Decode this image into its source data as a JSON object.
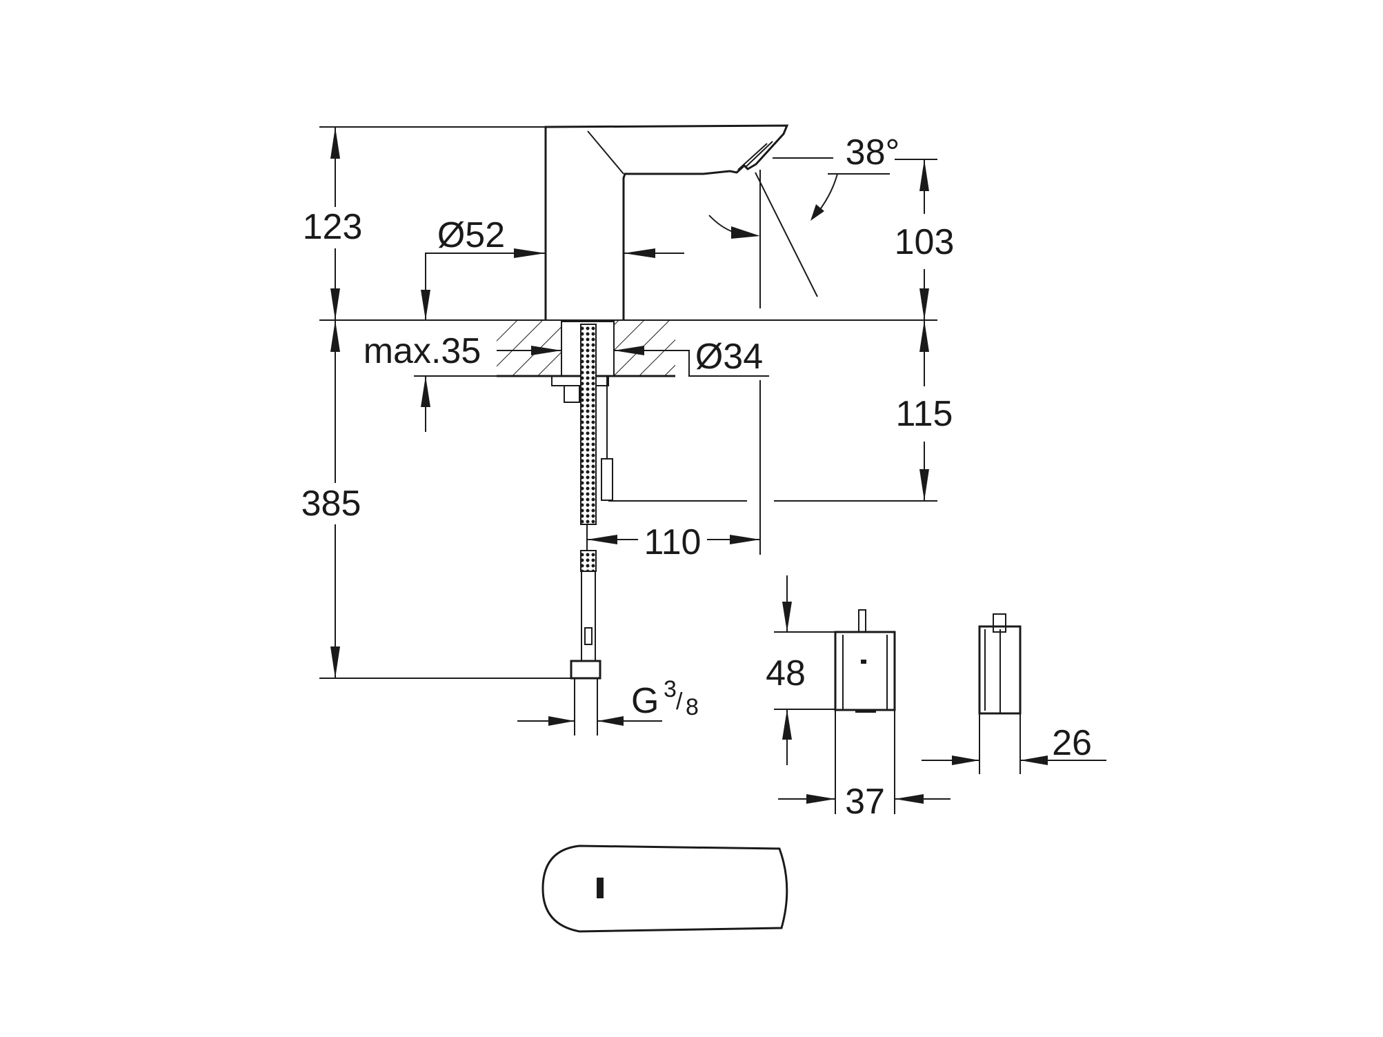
{
  "drawing": {
    "dimensions": {
      "spout_height": "123",
      "body_diameter": "Ø52",
      "outlet_angle": "38°",
      "outlet_height": "103",
      "max_counter_thickness": "max.35",
      "hole_diameter": "Ø34",
      "below_counter_depth": "115",
      "hose_length": "385",
      "projection": "110",
      "connection_prefix": "G",
      "connection_num": "3",
      "connection_den": "8",
      "box_height": "48",
      "box_width": "37",
      "box_depth": "26"
    },
    "colors": {
      "line": "#1a1a1a",
      "background": "#ffffff"
    }
  }
}
